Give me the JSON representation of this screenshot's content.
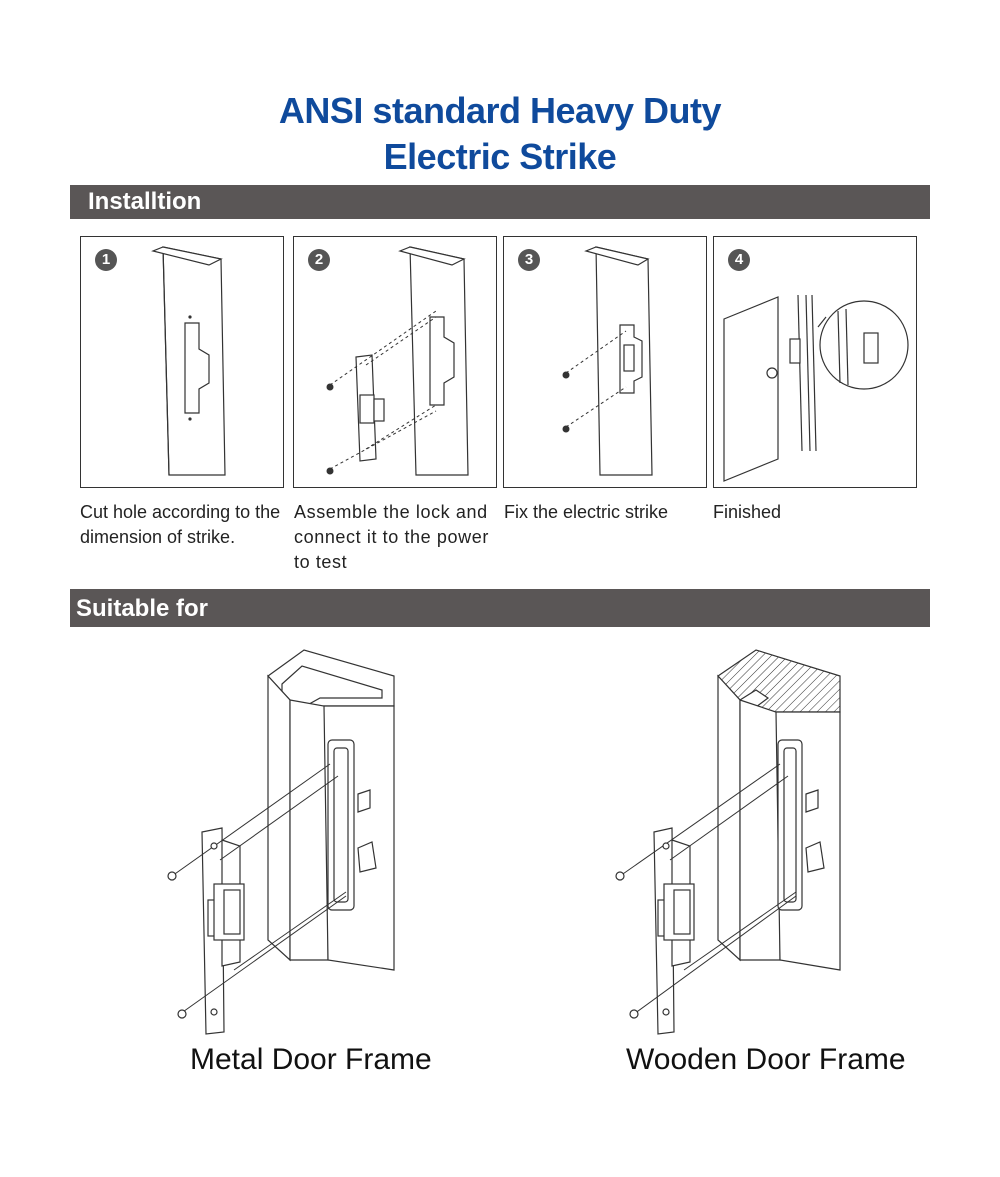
{
  "title": {
    "line1": "ANSI standard Heavy Duty",
    "line2": "Electric Strike"
  },
  "sections": {
    "installation": "Installtion",
    "suitable": "Suitable for"
  },
  "steps": [
    {
      "number": "1",
      "caption": "Cut hole according to the dimension of  strike."
    },
    {
      "number": "2",
      "caption": "Assemble the lock and connect it to the power to test"
    },
    {
      "number": "3",
      "caption": "Fix the electric strike"
    },
    {
      "number": "4",
      "caption": "Finished"
    }
  ],
  "frames": [
    {
      "label": "Metal Door Frame"
    },
    {
      "label": "Wooden Door Frame"
    }
  ],
  "colors": {
    "title": "#0f4a9c",
    "bar": "#5a5656"
  }
}
